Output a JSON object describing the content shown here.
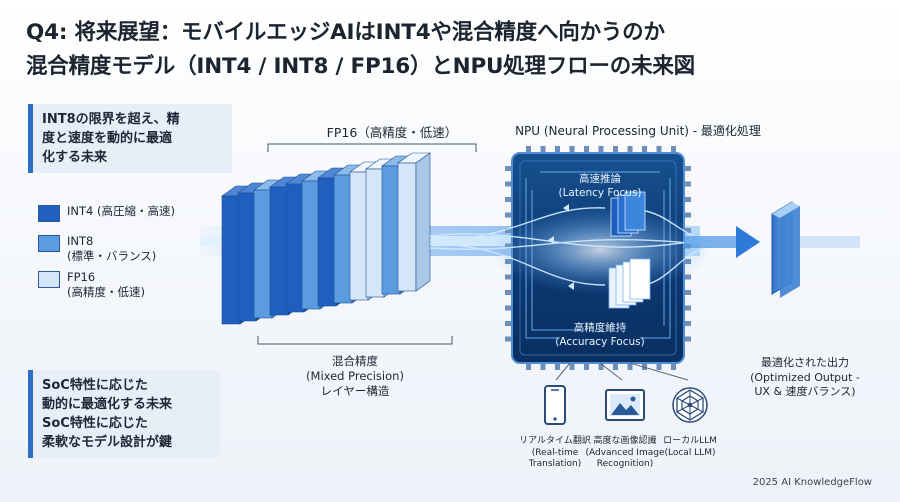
{
  "title": {
    "line1": "Q4: 将来展望：モバイルエッジAIはINT4や混合精度へ向かうのか",
    "line2": "混合精度モデル（INT4 / INT8 / FP16）とNPU処理フローの未来図"
  },
  "callout_top": {
    "lines": [
      "INT8の限界を超え、精",
      "度と速度を動的に最適",
      "化する未来"
    ]
  },
  "legend": [
    {
      "label1": "INT4 (高圧縮・高速)",
      "label2": "",
      "color": "#1f5fbf"
    },
    {
      "label1": "INT8",
      "label2": "(標準・バランス)",
      "color": "#5b9be0"
    },
    {
      "label1": "FP16",
      "label2": "(高精度・低速)",
      "color": "#d4e6f7"
    }
  ],
  "fp16_label": "FP16（高精度・低速）",
  "npu_label": "NPU (Neural Processing Unit) - 最適化処理",
  "mixed_label": {
    "line1": "混合精度",
    "line2": "(Mixed Precision)",
    "line3": "レイヤー構造"
  },
  "npu_top": {
    "line1": "高速推論",
    "line2": "(Latency Focus)"
  },
  "npu_bottom": {
    "line1": "高精度維持",
    "line2": "(Accuracy Focus)"
  },
  "output_label": {
    "line1": "最適化された出力",
    "line2": "(Optimized Output -",
    "line3": "UX & 速度バランス)"
  },
  "callout_bottom": {
    "lines": [
      "SoC特性に応じた",
      "動的に最適化する未来",
      "SoC特性に応じた",
      "柔軟なモデル設計が鍵"
    ]
  },
  "apps": [
    {
      "icon": "smartphone-icon",
      "line1": "リアルタイム翻訳",
      "line2": "(Real-time",
      "line3": "Translation)"
    },
    {
      "icon": "image-icon",
      "line1": "高度な画像認識",
      "line2": "(Advanced Image",
      "line3": "Recognition)"
    },
    {
      "icon": "network-icon",
      "line1": "ローカルLLM",
      "line2": "(Local LLM)",
      "line3": ""
    }
  ],
  "footer": "2025 AI KnowledgeFlow",
  "colors": {
    "int4": "#1f5fbf",
    "int8": "#5b9be0",
    "fp16": "#d4e6f7",
    "npu_chip": "#0d3a78",
    "accent": "#2d6ec9"
  },
  "layer_sequence": [
    "int4",
    "int4",
    "int8",
    "int4",
    "int4",
    "int8",
    "int4",
    "int8",
    "fp16",
    "fp16",
    "int8",
    "fp16"
  ]
}
